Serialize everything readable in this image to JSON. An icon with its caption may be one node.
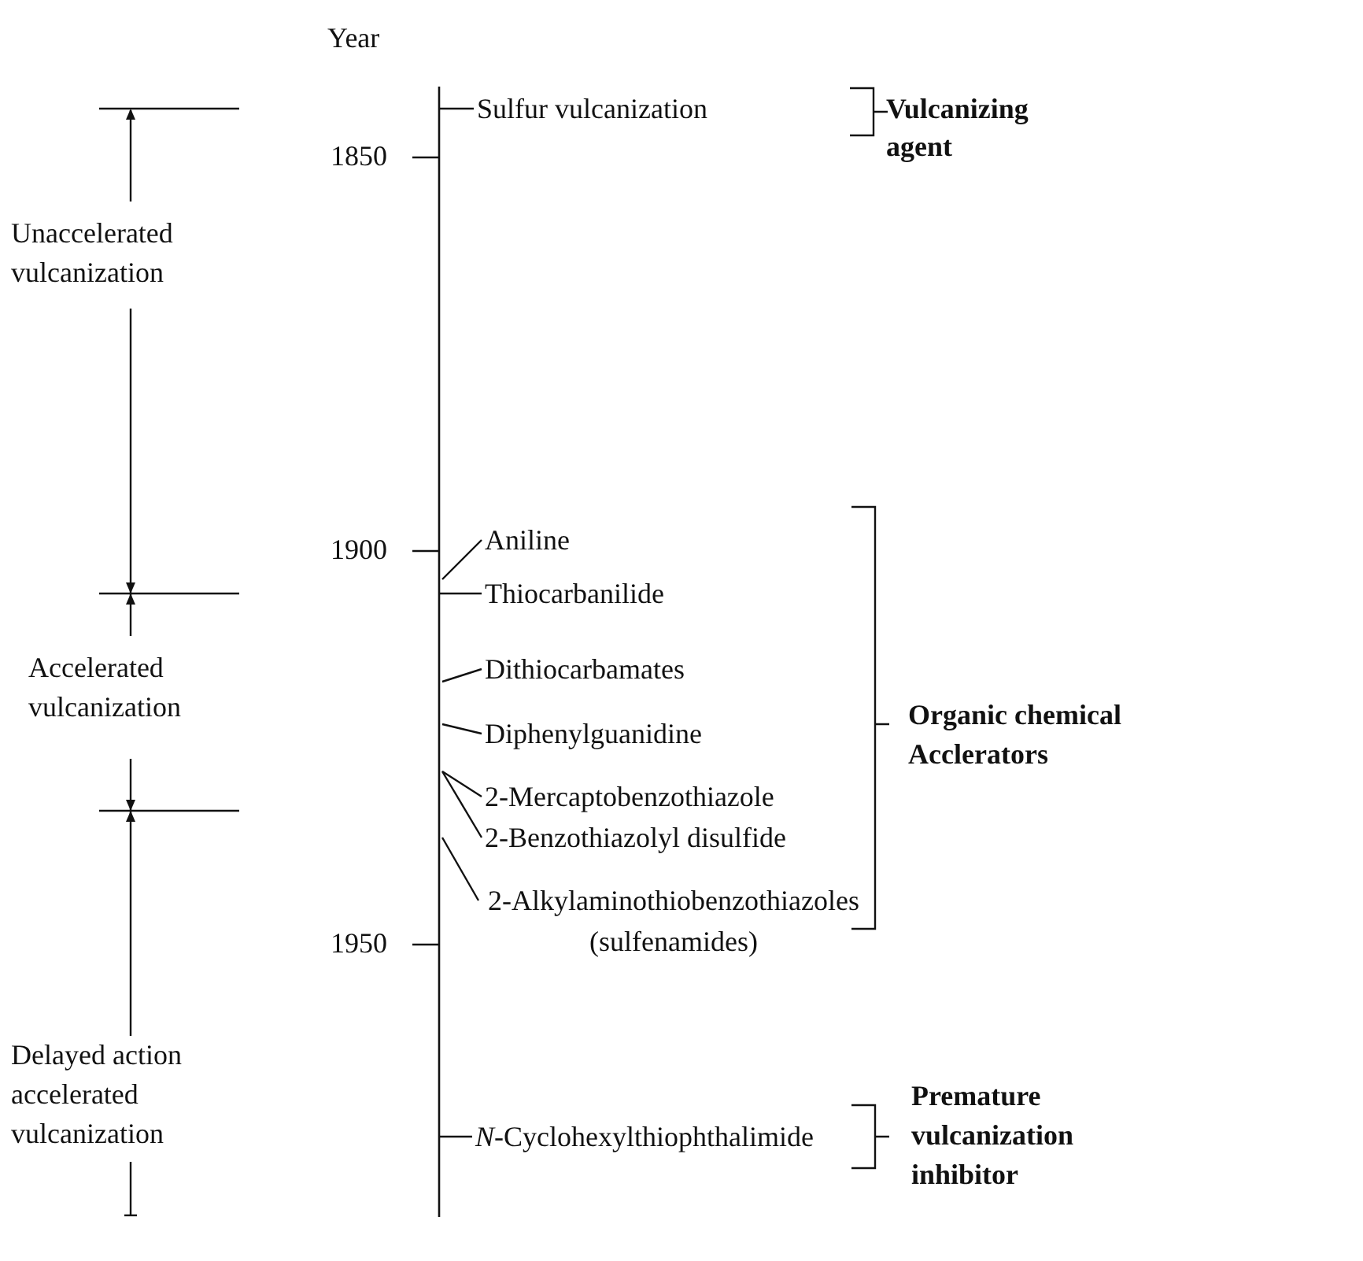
{
  "diagram": {
    "nodes": [
      {
        "text": [
          "Sulfur vulcanization"
        ]
      },
      {
        "text": [
          "Aniline"
        ]
      },
      {
        "text": [
          "Thiocarbanilide"
        ]
      },
      {
        "text": [
          "Dithiocarbamates"
        ]
      },
      {
        "text": [
          "Diphenylguanidine"
        ]
      },
      {
        "text": [
          "2-Mercaptobenzothiazole"
        ]
      },
      {
        "text": [
          "2-Benzothiazolyl disulfide"
        ]
      },
      {
        "text": [
          "2-Alkylaminothiobenzothiazoles (sulfenamides)"
        ]
      },
      {
        "text": [
          "*N*-Cyclohexylthiophthalimide"
        ]
      }
    ],
    "edges": [
      {
        "from": 0,
        "to": null,
        "arrow": "none"
      },
      {
        "from": 1,
        "to": null,
        "arrow": "none"
      },
      {
        "from": 2,
        "to": null,
        "arrow": "none"
      },
      {
        "from": 3,
        "to": null,
        "arrow": "none"
      },
      {
        "from": 4,
        "to": null,
        "arrow": "none"
      },
      {
        "from": 5,
        "to": null,
        "arrow": "none"
      },
      {
        "from": 6,
        "to": null,
        "arrow": "none"
      },
      {
        "from": 7,
        "to": null,
        "arrow": "none"
      },
      {
        "from": 8,
        "to": null,
        "arrow": "none"
      }
    ],
    "labels": [
      "Year",
      "Vulcanizing agent",
      "1850",
      "Unaccelerated vulcanization",
      "1900",
      "Accelerated vulcanization",
      "Organic chemical Acclerators",
      "1950",
      "Delayed action accelerated vulcanization",
      "Premature vulcanization inhibitor"
    ]
  }
}
